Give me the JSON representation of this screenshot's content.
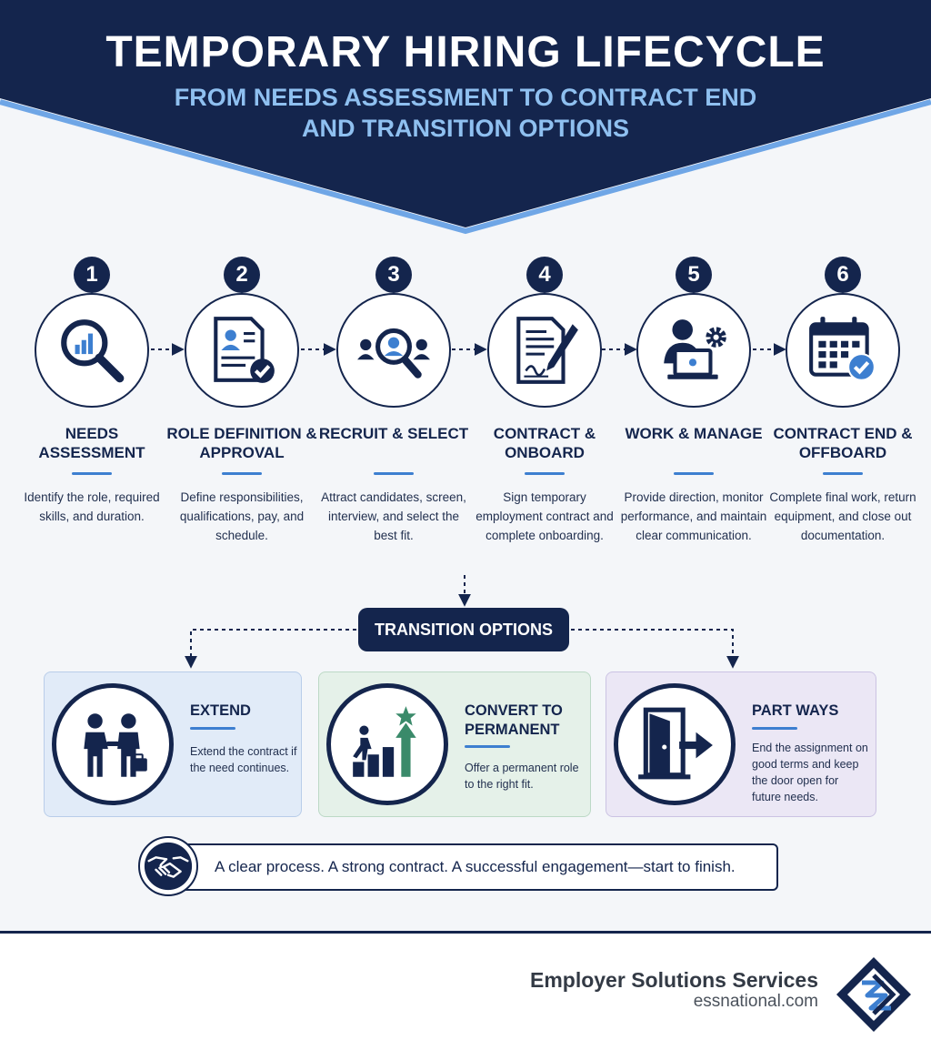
{
  "header": {
    "title": "TEMPORARY HIRING LIFECYCLE",
    "subtitle_line1": "FROM NEEDS ASSESSMENT TO CONTRACT END",
    "subtitle_line2": "AND TRANSITION OPTIONS"
  },
  "steps": [
    {
      "number": "1",
      "title": "NEEDS ASSESSMENT",
      "description": "Identify the role, required skills, and duration.",
      "icon": "magnifier-chart-icon"
    },
    {
      "number": "2",
      "title": "ROLE DEFINITION & APPROVAL",
      "description": "Define responsibilities, qualifications, pay, and schedule.",
      "icon": "document-check-icon"
    },
    {
      "number": "3",
      "title": "RECRUIT & SELECT",
      "description": "Attract candidates, screen, interview, and select the best fit.",
      "icon": "candidate-search-icon"
    },
    {
      "number": "4",
      "title": "CONTRACT & ONBOARD",
      "description": "Sign temporary employment contract and complete onboarding.",
      "icon": "contract-sign-icon"
    },
    {
      "number": "5",
      "title": "WORK & MANAGE",
      "description": "Provide direction, monitor performance, and maintain clear communication.",
      "icon": "worker-laptop-gear-icon"
    },
    {
      "number": "6",
      "title": "CONTRACT END & OFFBOARD",
      "description": "Complete final work, return equipment, and close out documentation.",
      "icon": "calendar-check-icon"
    }
  ],
  "transition": {
    "label": "TRANSITION OPTIONS",
    "options": [
      {
        "title": "EXTEND",
        "description": "Extend the contract if the need continues.",
        "icon": "handshake-people-icon",
        "bg": "#e1ebf8",
        "border": "#b9cde9"
      },
      {
        "title": "CONVERT TO PERMANENT",
        "description": "Offer a permanent role to the right fit.",
        "icon": "growth-stairs-icon",
        "bg": "#e5f1e9",
        "border": "#bcd9c6"
      },
      {
        "title": "PART WAYS",
        "description": "End the assignment on good terms and keep the door open for future needs.",
        "icon": "door-exit-icon",
        "bg": "#ebe7f5",
        "border": "#cbc3e3"
      }
    ]
  },
  "tagline": {
    "text": "A clear process. A strong contract. A successful engagement—start to finish.",
    "icon": "handshake-icon"
  },
  "footer": {
    "company": "Employer Solutions Services",
    "website": "essnational.com"
  },
  "colors": {
    "navy": "#14254d",
    "accent_blue": "#3d7fd0",
    "subtitle_blue": "#8fc0f0",
    "background": "#f4f6f9"
  }
}
